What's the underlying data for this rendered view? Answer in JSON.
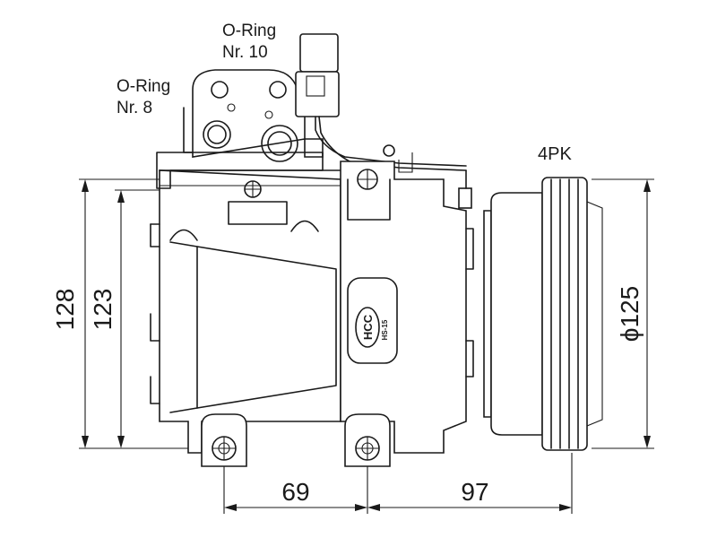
{
  "labels": {
    "oring_top_line1": "O-Ring",
    "oring_top_line2": "Nr. 10",
    "oring_left_line1": "O-Ring",
    "oring_left_line2": "Nr. 8",
    "pulley_type": "4PK",
    "logo_text": "HCC",
    "model_text": "HS-15"
  },
  "dimensions": {
    "height_outer": "128",
    "height_inner": "123",
    "width_left": "69",
    "width_right": "97",
    "pulley_diameter": "ϕ125"
  }
}
